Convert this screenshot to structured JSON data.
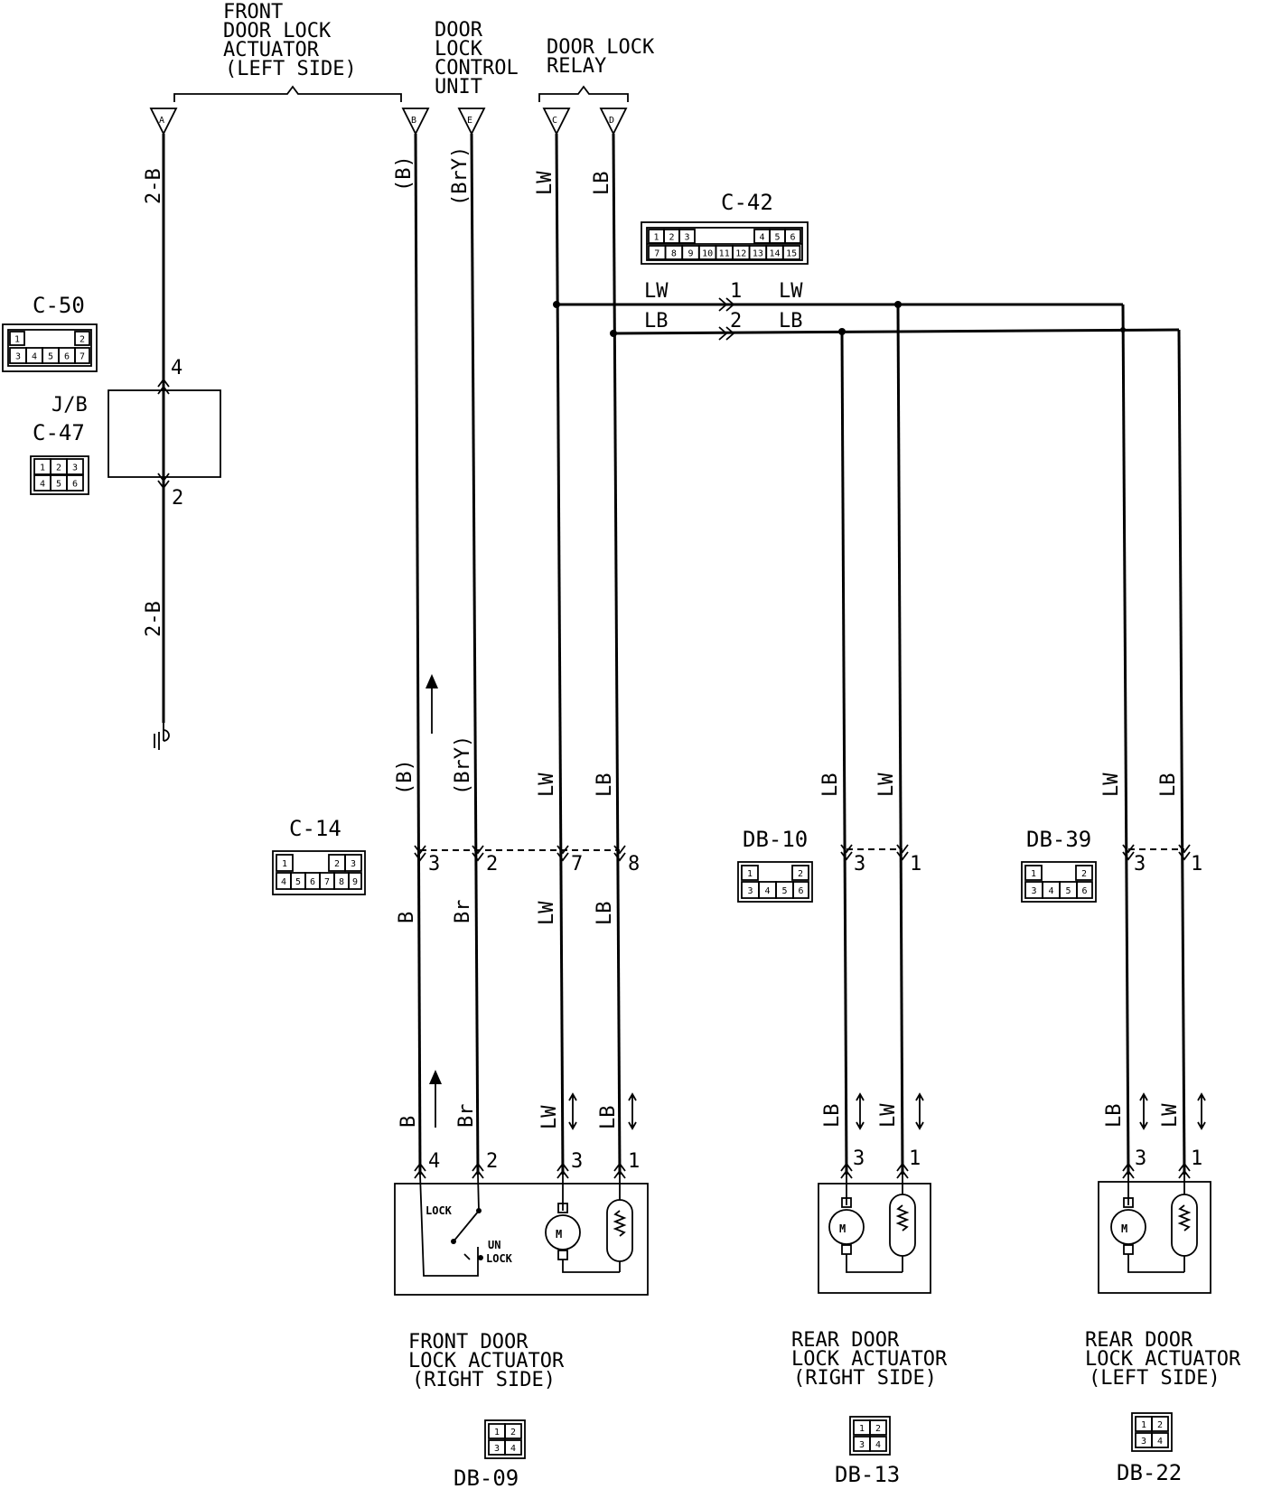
{
  "headers": {
    "front_left_1": "FRONT",
    "front_left_2": "DOOR LOCK",
    "front_left_3": "ACTUATOR",
    "front_left_4": "(LEFT SIDE)",
    "control_1": "DOOR",
    "control_2": "LOCK",
    "control_3": "CONTROL",
    "control_4": "UNIT",
    "relay_1": "DOOR LOCK",
    "relay_2": "RELAY"
  },
  "terminals": {
    "a": "A",
    "b": "B",
    "e": "E",
    "c": "C",
    "d": "D"
  },
  "wires": {
    "a_top": "2-B",
    "a_bottom": "2-B",
    "b_top": "(B)",
    "e_top": "(BrY)",
    "c_top": "LW",
    "d_top": "LB",
    "b_mid": "(B)",
    "e_mid": "(BrY)",
    "c_mid": "LW",
    "d_mid": "LB",
    "b_low": "B",
    "e_low": "Br",
    "c_low": "LW",
    "d_low": "LB",
    "b_act": "B",
    "e_act": "Br",
    "c_act": "LW",
    "d_act": "LB",
    "rr_mid_1": "LB",
    "rr_mid_2": "LW",
    "rl_mid_1": "LW",
    "rl_mid_2": "LB",
    "rr_act_1": "LB",
    "rr_act_2": "LW",
    "rl_act_1": "LB",
    "rl_act_2": "LW",
    "h1_left": "LW",
    "h2_left": "LB",
    "h1_right": "LW",
    "h2_right": "LB"
  },
  "pins": {
    "jb_4": "4",
    "jb_2": "2",
    "c42_1": "1",
    "c42_2": "2",
    "c14_3": "3",
    "c14_2": "2",
    "c14_7": "7",
    "c14_8": "8",
    "d10_3": "3",
    "d10_1": "1",
    "d39_3": "3",
    "d39_1": "1",
    "fr_4": "4",
    "fr_2": "2",
    "fr_3": "3",
    "fr_1": "1",
    "rr_3": "3",
    "rr_1": "1",
    "rl_3": "3",
    "rl_1": "1"
  },
  "connectors": {
    "c50": {
      "name": "C-50",
      "cells": [
        "1",
        "2",
        "3",
        "4",
        "5",
        "6",
        "7"
      ]
    },
    "jb": "J/B",
    "c47": {
      "name": "C-47",
      "cells": [
        "1",
        "2",
        "3",
        "4",
        "5",
        "6"
      ]
    },
    "c42": {
      "name": "C-42",
      "cells": [
        "1",
        "2",
        "3",
        "4",
        "5",
        "6",
        "7",
        "8",
        "9",
        "10",
        "11",
        "12",
        "13",
        "14",
        "15"
      ]
    },
    "c14": {
      "name": "C-14",
      "cells": [
        "1",
        "2",
        "3",
        "4",
        "5",
        "6",
        "7",
        "8",
        "9"
      ]
    },
    "d10": {
      "name": "DB-10",
      "cells": [
        "1",
        "2",
        "3",
        "4",
        "5",
        "6"
      ]
    },
    "d39": {
      "name": "DB-39",
      "cells": [
        "1",
        "2",
        "3",
        "4",
        "5",
        "6"
      ]
    },
    "d09": {
      "name": "DB-09",
      "cells": [
        "1",
        "2",
        "3",
        "4"
      ]
    },
    "d13": {
      "name": "DB-13",
      "cells": [
        "1",
        "2",
        "3",
        "4"
      ]
    },
    "d22": {
      "name": "DB-22",
      "cells": [
        "1",
        "2",
        "3",
        "4"
      ]
    }
  },
  "switch": {
    "lock": "LOCK",
    "un": "UN",
    "unlock": "LOCK"
  },
  "motor_symbol": "M",
  "actuators": {
    "front_right_1": "FRONT DOOR",
    "front_right_2": "LOCK ACTUATOR",
    "front_right_3": "(RIGHT SIDE)",
    "rear_right_1": "REAR DOOR",
    "rear_right_2": "LOCK ACTUATOR",
    "rear_right_3": "(RIGHT SIDE)",
    "rear_left_1": "REAR DOOR",
    "rear_left_2": "LOCK ACTUATOR",
    "rear_left_3": "(LEFT SIDE)"
  }
}
